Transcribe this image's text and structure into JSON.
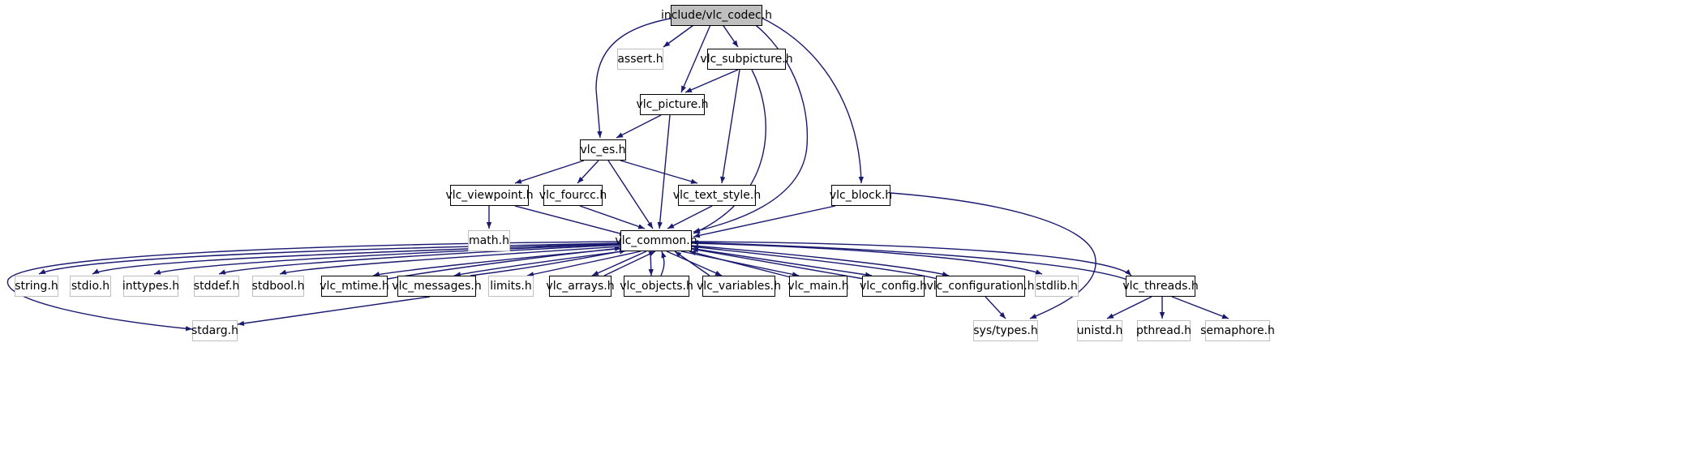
{
  "graph": {
    "root": "include/vlc_codec.h",
    "colors": {
      "edge": "#191970",
      "documented_border": "#000000",
      "external_border": "#bfbfbf",
      "root_fill": "#bfbfbf"
    },
    "nodes": [
      {
        "id": "vlc_codec",
        "label": "include/vlc_codec.h",
        "kind": "root"
      },
      {
        "id": "assert",
        "label": "assert.h",
        "kind": "external"
      },
      {
        "id": "vlc_subpicture",
        "label": "vlc_subpicture.h",
        "kind": "documented"
      },
      {
        "id": "vlc_picture",
        "label": "vlc_picture.h",
        "kind": "documented"
      },
      {
        "id": "vlc_es",
        "label": "vlc_es.h",
        "kind": "documented"
      },
      {
        "id": "vlc_viewpoint",
        "label": "vlc_viewpoint.h",
        "kind": "documented"
      },
      {
        "id": "vlc_fourcc",
        "label": "vlc_fourcc.h",
        "kind": "documented"
      },
      {
        "id": "vlc_text_style",
        "label": "vlc_text_style.h",
        "kind": "documented"
      },
      {
        "id": "vlc_block",
        "label": "vlc_block.h",
        "kind": "documented"
      },
      {
        "id": "math",
        "label": "math.h",
        "kind": "external"
      },
      {
        "id": "vlc_common",
        "label": "vlc_common.h",
        "kind": "documented"
      },
      {
        "id": "string",
        "label": "string.h",
        "kind": "external"
      },
      {
        "id": "stdio",
        "label": "stdio.h",
        "kind": "external"
      },
      {
        "id": "inttypes",
        "label": "inttypes.h",
        "kind": "external"
      },
      {
        "id": "stddef",
        "label": "stddef.h",
        "kind": "external"
      },
      {
        "id": "stdbool",
        "label": "stdbool.h",
        "kind": "external"
      },
      {
        "id": "vlc_mtime",
        "label": "vlc_mtime.h",
        "kind": "documented"
      },
      {
        "id": "vlc_messages",
        "label": "vlc_messages.h",
        "kind": "documented"
      },
      {
        "id": "limits",
        "label": "limits.h",
        "kind": "external"
      },
      {
        "id": "vlc_arrays",
        "label": "vlc_arrays.h",
        "kind": "documented"
      },
      {
        "id": "vlc_objects",
        "label": "vlc_objects.h",
        "kind": "documented"
      },
      {
        "id": "vlc_variables",
        "label": "vlc_variables.h",
        "kind": "documented"
      },
      {
        "id": "vlc_main",
        "label": "vlc_main.h",
        "kind": "documented"
      },
      {
        "id": "vlc_config",
        "label": "vlc_config.h",
        "kind": "documented"
      },
      {
        "id": "vlc_configuration",
        "label": "vlc_configuration.h",
        "kind": "documented"
      },
      {
        "id": "stdlib",
        "label": "stdlib.h",
        "kind": "external"
      },
      {
        "id": "vlc_threads",
        "label": "vlc_threads.h",
        "kind": "documented"
      },
      {
        "id": "stdarg",
        "label": "stdarg.h",
        "kind": "external"
      },
      {
        "id": "sys_types",
        "label": "sys/types.h",
        "kind": "external"
      },
      {
        "id": "unistd",
        "label": "unistd.h",
        "kind": "external"
      },
      {
        "id": "pthread",
        "label": "pthread.h",
        "kind": "external"
      },
      {
        "id": "semaphore",
        "label": "semaphore.h",
        "kind": "external"
      }
    ],
    "edges": [
      [
        "vlc_codec",
        "vlc_es"
      ],
      [
        "vlc_codec",
        "assert"
      ],
      [
        "vlc_codec",
        "vlc_picture"
      ],
      [
        "vlc_codec",
        "vlc_subpicture"
      ],
      [
        "vlc_codec",
        "vlc_common"
      ],
      [
        "vlc_codec",
        "vlc_block"
      ],
      [
        "vlc_subpicture",
        "vlc_picture"
      ],
      [
        "vlc_subpicture",
        "vlc_text_style"
      ],
      [
        "vlc_subpicture",
        "vlc_common"
      ],
      [
        "vlc_picture",
        "vlc_es"
      ],
      [
        "vlc_picture",
        "vlc_common"
      ],
      [
        "vlc_es",
        "vlc_viewpoint"
      ],
      [
        "vlc_es",
        "vlc_fourcc"
      ],
      [
        "vlc_es",
        "vlc_text_style"
      ],
      [
        "vlc_es",
        "vlc_common"
      ],
      [
        "vlc_viewpoint",
        "math"
      ],
      [
        "vlc_viewpoint",
        "vlc_common"
      ],
      [
        "vlc_fourcc",
        "vlc_common"
      ],
      [
        "vlc_text_style",
        "vlc_common"
      ],
      [
        "vlc_block",
        "vlc_common"
      ],
      [
        "vlc_block",
        "sys_types"
      ],
      [
        "vlc_common",
        "string"
      ],
      [
        "vlc_common",
        "stdio"
      ],
      [
        "vlc_common",
        "inttypes"
      ],
      [
        "vlc_common",
        "stddef"
      ],
      [
        "vlc_common",
        "stdbool"
      ],
      [
        "vlc_common",
        "vlc_mtime"
      ],
      [
        "vlc_common",
        "vlc_messages"
      ],
      [
        "vlc_common",
        "stdarg"
      ],
      [
        "vlc_common",
        "limits"
      ],
      [
        "vlc_common",
        "vlc_arrays"
      ],
      [
        "vlc_common",
        "vlc_objects"
      ],
      [
        "vlc_common",
        "vlc_variables"
      ],
      [
        "vlc_common",
        "vlc_main"
      ],
      [
        "vlc_common",
        "vlc_config"
      ],
      [
        "vlc_common",
        "vlc_configuration"
      ],
      [
        "vlc_common",
        "stdlib"
      ],
      [
        "vlc_common",
        "vlc_threads"
      ],
      [
        "vlc_mtime",
        "vlc_common"
      ],
      [
        "vlc_messages",
        "vlc_common"
      ],
      [
        "vlc_messages",
        "stdarg"
      ],
      [
        "vlc_arrays",
        "vlc_common"
      ],
      [
        "vlc_objects",
        "vlc_common"
      ],
      [
        "vlc_variables",
        "vlc_common"
      ],
      [
        "vlc_main",
        "vlc_common"
      ],
      [
        "vlc_config",
        "vlc_common"
      ],
      [
        "vlc_configuration",
        "vlc_common"
      ],
      [
        "vlc_configuration",
        "sys_types"
      ],
      [
        "vlc_threads",
        "vlc_common"
      ],
      [
        "vlc_threads",
        "unistd"
      ],
      [
        "vlc_threads",
        "pthread"
      ],
      [
        "vlc_threads",
        "semaphore"
      ]
    ]
  }
}
